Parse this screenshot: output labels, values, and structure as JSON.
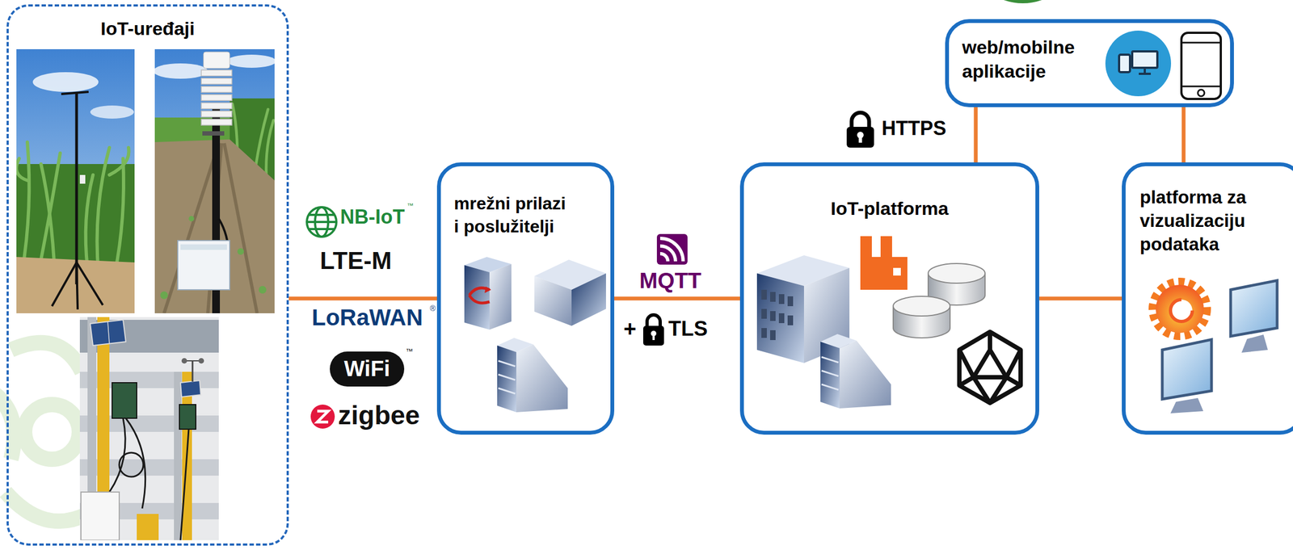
{
  "diagram": {
    "nodes": [
      {
        "text": [
          "IoT-uređaji"
        ]
      },
      {
        "text": [
          "mrežni prilazi i poslužitelji"
        ]
      },
      {
        "text": [
          "IoT-platforma"
        ]
      },
      {
        "text": [
          "web/mobilne aplikacije"
        ]
      },
      {
        "text": [
          "platforma za vizualizaciju podataka"
        ]
      }
    ],
    "edges": [
      {
        "from": 0,
        "to": 1,
        "arrow": "none"
      },
      {
        "from": 1,
        "to": 2,
        "arrow": "none"
      },
      {
        "from": 2,
        "to": 3,
        "arrow": "none"
      },
      {
        "from": 2,
        "to": 4,
        "arrow": "none"
      },
      {
        "from": 3,
        "to": 4,
        "arrow": "none"
      }
    ],
    "labels": [
      "NB-IoT",
      "™",
      "LTE-M",
      "LoRaWAN",
      "®",
      "WiFi",
      "™",
      "zigbee",
      "MQTT",
      "+",
      "TLS",
      "HTTPS"
    ]
  }
}
